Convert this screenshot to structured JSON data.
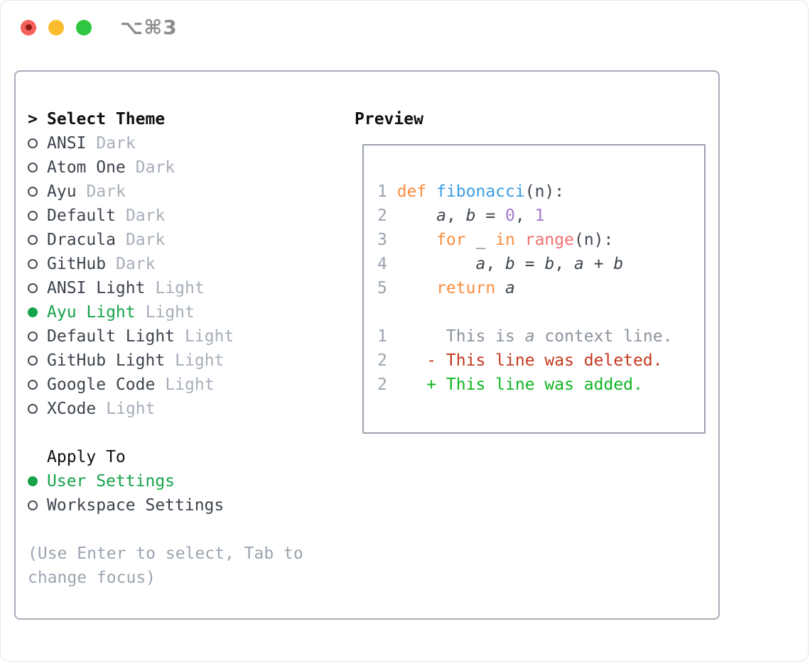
{
  "window": {
    "title": "⌥⌘3"
  },
  "colors": {
    "selGreen": "#16a34a",
    "itemText": "#3c434d",
    "mutedText": "#a6aeb9",
    "hintText": "#9aa4b0",
    "headerText": "#0d0f12",
    "circle": "#454c56",
    "kw": "#fa8d3e",
    "fn": "#399ee6",
    "nu": "#a37acc",
    "rg": "#f07171",
    "pl": "#3e4650",
    "ln": "#9aa3ad",
    "ctx": "#8a939d",
    "del": "#c5371e",
    "add": "#0db51f",
    "panelBorder": "#a7aeb8",
    "boxBorder": "#9aa2ae",
    "trafficRed": "#f4615d",
    "trafficRedDot": "#8a1f1a",
    "trafficYellow": "#fbbd2d",
    "trafficGreen": "#2fc641",
    "titleText": "#8d8d8d"
  },
  "theme_list": {
    "cursor": ">",
    "header": "Select Theme",
    "items": [
      {
        "name": "ANSI",
        "variant": "Dark",
        "selected": false
      },
      {
        "name": "Atom One",
        "variant": "Dark",
        "selected": false
      },
      {
        "name": "Ayu",
        "variant": "Dark",
        "selected": false
      },
      {
        "name": "Default",
        "variant": "Dark",
        "selected": false
      },
      {
        "name": "Dracula",
        "variant": "Dark",
        "selected": false
      },
      {
        "name": "GitHub",
        "variant": "Dark",
        "selected": false
      },
      {
        "name": "ANSI Light",
        "variant": "Light",
        "selected": false
      },
      {
        "name": "Ayu Light",
        "variant": "Light",
        "selected": true
      },
      {
        "name": "Default Light",
        "variant": "Light",
        "selected": false
      },
      {
        "name": "GitHub Light",
        "variant": "Light",
        "selected": false
      },
      {
        "name": "Google Code",
        "variant": "Light",
        "selected": false
      },
      {
        "name": "XCode",
        "variant": "Light",
        "selected": false
      }
    ]
  },
  "apply_to": {
    "header": "Apply To",
    "items": [
      {
        "label": "User Settings",
        "selected": true
      },
      {
        "label": "Workspace Settings",
        "selected": false
      }
    ]
  },
  "hint": "(Use Enter to select, Tab to change focus)",
  "preview": {
    "header": "Preview",
    "code": [
      {
        "num": "1",
        "tokens": [
          {
            "t": "def",
            "c": "kw"
          },
          {
            "t": " ",
            "c": "pl"
          },
          {
            "t": "fibonacci",
            "c": "fn"
          },
          {
            "t": "(n):",
            "c": "pl"
          }
        ]
      },
      {
        "num": "2",
        "tokens": [
          {
            "t": "    ",
            "c": "pl"
          },
          {
            "t": "a",
            "c": "va"
          },
          {
            "t": ", ",
            "c": "pl"
          },
          {
            "t": "b",
            "c": "va"
          },
          {
            "t": " = ",
            "c": "pl"
          },
          {
            "t": "0",
            "c": "nu"
          },
          {
            "t": ", ",
            "c": "pl"
          },
          {
            "t": "1",
            "c": "nu"
          }
        ]
      },
      {
        "num": "3",
        "tokens": [
          {
            "t": "    ",
            "c": "pl"
          },
          {
            "t": "for",
            "c": "kw"
          },
          {
            "t": " _ ",
            "c": "pl"
          },
          {
            "t": "in",
            "c": "kw"
          },
          {
            "t": " ",
            "c": "pl"
          },
          {
            "t": "range",
            "c": "rg"
          },
          {
            "t": "(n):",
            "c": "pl"
          }
        ]
      },
      {
        "num": "4",
        "tokens": [
          {
            "t": "        ",
            "c": "pl"
          },
          {
            "t": "a",
            "c": "va"
          },
          {
            "t": ", ",
            "c": "pl"
          },
          {
            "t": "b",
            "c": "va"
          },
          {
            "t": " = ",
            "c": "pl"
          },
          {
            "t": "b",
            "c": "va"
          },
          {
            "t": ", ",
            "c": "pl"
          },
          {
            "t": "a",
            "c": "va"
          },
          {
            "t": " + ",
            "c": "pl"
          },
          {
            "t": "b",
            "c": "va"
          }
        ]
      },
      {
        "num": "5",
        "tokens": [
          {
            "t": "    ",
            "c": "pl"
          },
          {
            "t": "return",
            "c": "kw"
          },
          {
            "t": " ",
            "c": "pl"
          },
          {
            "t": "a",
            "c": "va"
          }
        ]
      }
    ],
    "diff": [
      {
        "num": "1",
        "tokens": [
          {
            "t": "     This is ",
            "c": "ctx"
          },
          {
            "t": "a",
            "c": "ctx-a"
          },
          {
            "t": " context line.",
            "c": "ctx"
          }
        ]
      },
      {
        "num": "2",
        "tokens": [
          {
            "t": "   ",
            "c": "pl"
          },
          {
            "t": "- This line was deleted.",
            "c": "del"
          }
        ]
      },
      {
        "num": "2",
        "tokens": [
          {
            "t": "   ",
            "c": "pl"
          },
          {
            "t": "+ This line was added.",
            "c": "add"
          }
        ]
      }
    ]
  }
}
